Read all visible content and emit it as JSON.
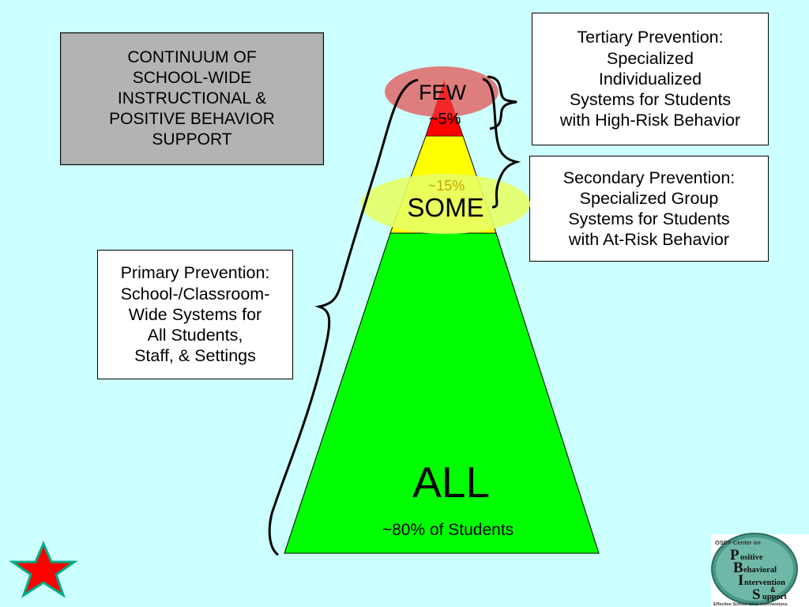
{
  "title_box": {
    "text": "CONTINUUM OF\nSCHOOL-WIDE\nINSTRUCTIONAL &\nPOSITIVE BEHAVIOR\nSUPPORT"
  },
  "tiers": {
    "few": {
      "label": "FEW",
      "percent": "~5%",
      "color": "#ff0000",
      "highlight": "#e06666"
    },
    "some": {
      "label": "SOME",
      "percent": "~15%",
      "color": "#ffff00",
      "highlight": "#e6ff66"
    },
    "all": {
      "label": "ALL",
      "percent": "~80% of Students",
      "color": "#00ff00"
    }
  },
  "callouts": {
    "tertiary": "Tertiary Prevention:\nSpecialized\nIndividualized\nSystems for Students\nwith High-Risk Behavior",
    "secondary": "Secondary Prevention:\nSpecialized Group\nSystems for Students\nwith At-Risk Behavior",
    "primary": "Primary Prevention:\nSchool-/Classroom-\nWide Systems for\nAll Students,\nStaff, & Settings"
  },
  "logo": {
    "header": "OSEP Center on",
    "letters": [
      "P",
      "B",
      "I",
      "S"
    ],
    "words": [
      "ositive",
      "ehavioral",
      "ntervention",
      "upport"
    ],
    "ampersand": "&",
    "footer": "Effective School-Wide Interventions"
  },
  "icons": {
    "star": "star-icon",
    "star_color": "#ff0000",
    "star_outline": "#00aa88"
  }
}
